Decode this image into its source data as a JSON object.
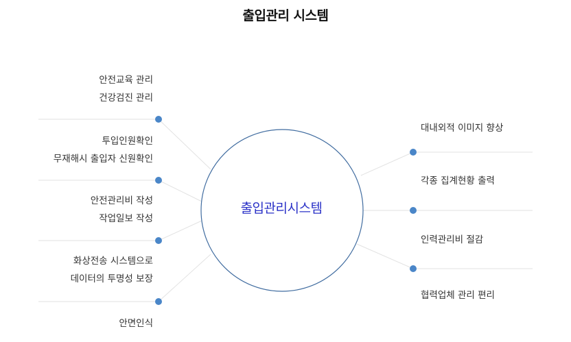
{
  "title": "출입관리 시스템",
  "center": {
    "label": "출입관리시스템"
  },
  "left_items": [
    {
      "lines": [
        "안전교육 관리",
        "건강검진 관리"
      ]
    },
    {
      "lines": [
        "투입인원확인",
        "무재해시 출입자 신원확인"
      ]
    },
    {
      "lines": [
        "안전관리비 작성",
        "작업일보 작성"
      ]
    },
    {
      "lines": [
        "화상전송 시스템으로",
        "데이터의 투명성 보장"
      ]
    },
    {
      "lines": [
        "안면인식"
      ]
    }
  ],
  "right_items": [
    {
      "label": "대내외적 이미지 향상"
    },
    {
      "label": "각종 집계현황 출력"
    },
    {
      "label": "인력관리비 절감"
    },
    {
      "label": "협력업체 관리 편리"
    }
  ],
  "colors": {
    "circle_stroke": "#3f6b9f",
    "dot": "#4a86c8",
    "line": "#e2e2e2",
    "center_text": "#2a31c7"
  }
}
